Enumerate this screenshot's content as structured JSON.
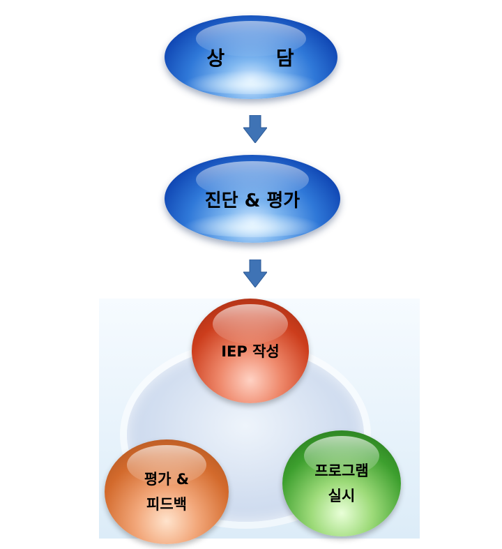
{
  "flow": {
    "steps": [
      {
        "label": "상 담"
      },
      {
        "label": "진단 & 평가"
      }
    ]
  },
  "cycle": {
    "nodes": {
      "iep": {
        "label": "IEP 작성"
      },
      "feedback": {
        "line1": "평가 &",
        "line2": "피드백"
      },
      "program": {
        "line1": "프로그램",
        "line2": "실시"
      }
    }
  },
  "colors": {
    "step_blue": "#1a56c8",
    "arrow_blue": "#3f73b5",
    "iep_red": "#cc3d1c",
    "feedback_orange": "#d36a2c",
    "program_green": "#3d9f2e",
    "panel_bg": "#dcecf8"
  }
}
